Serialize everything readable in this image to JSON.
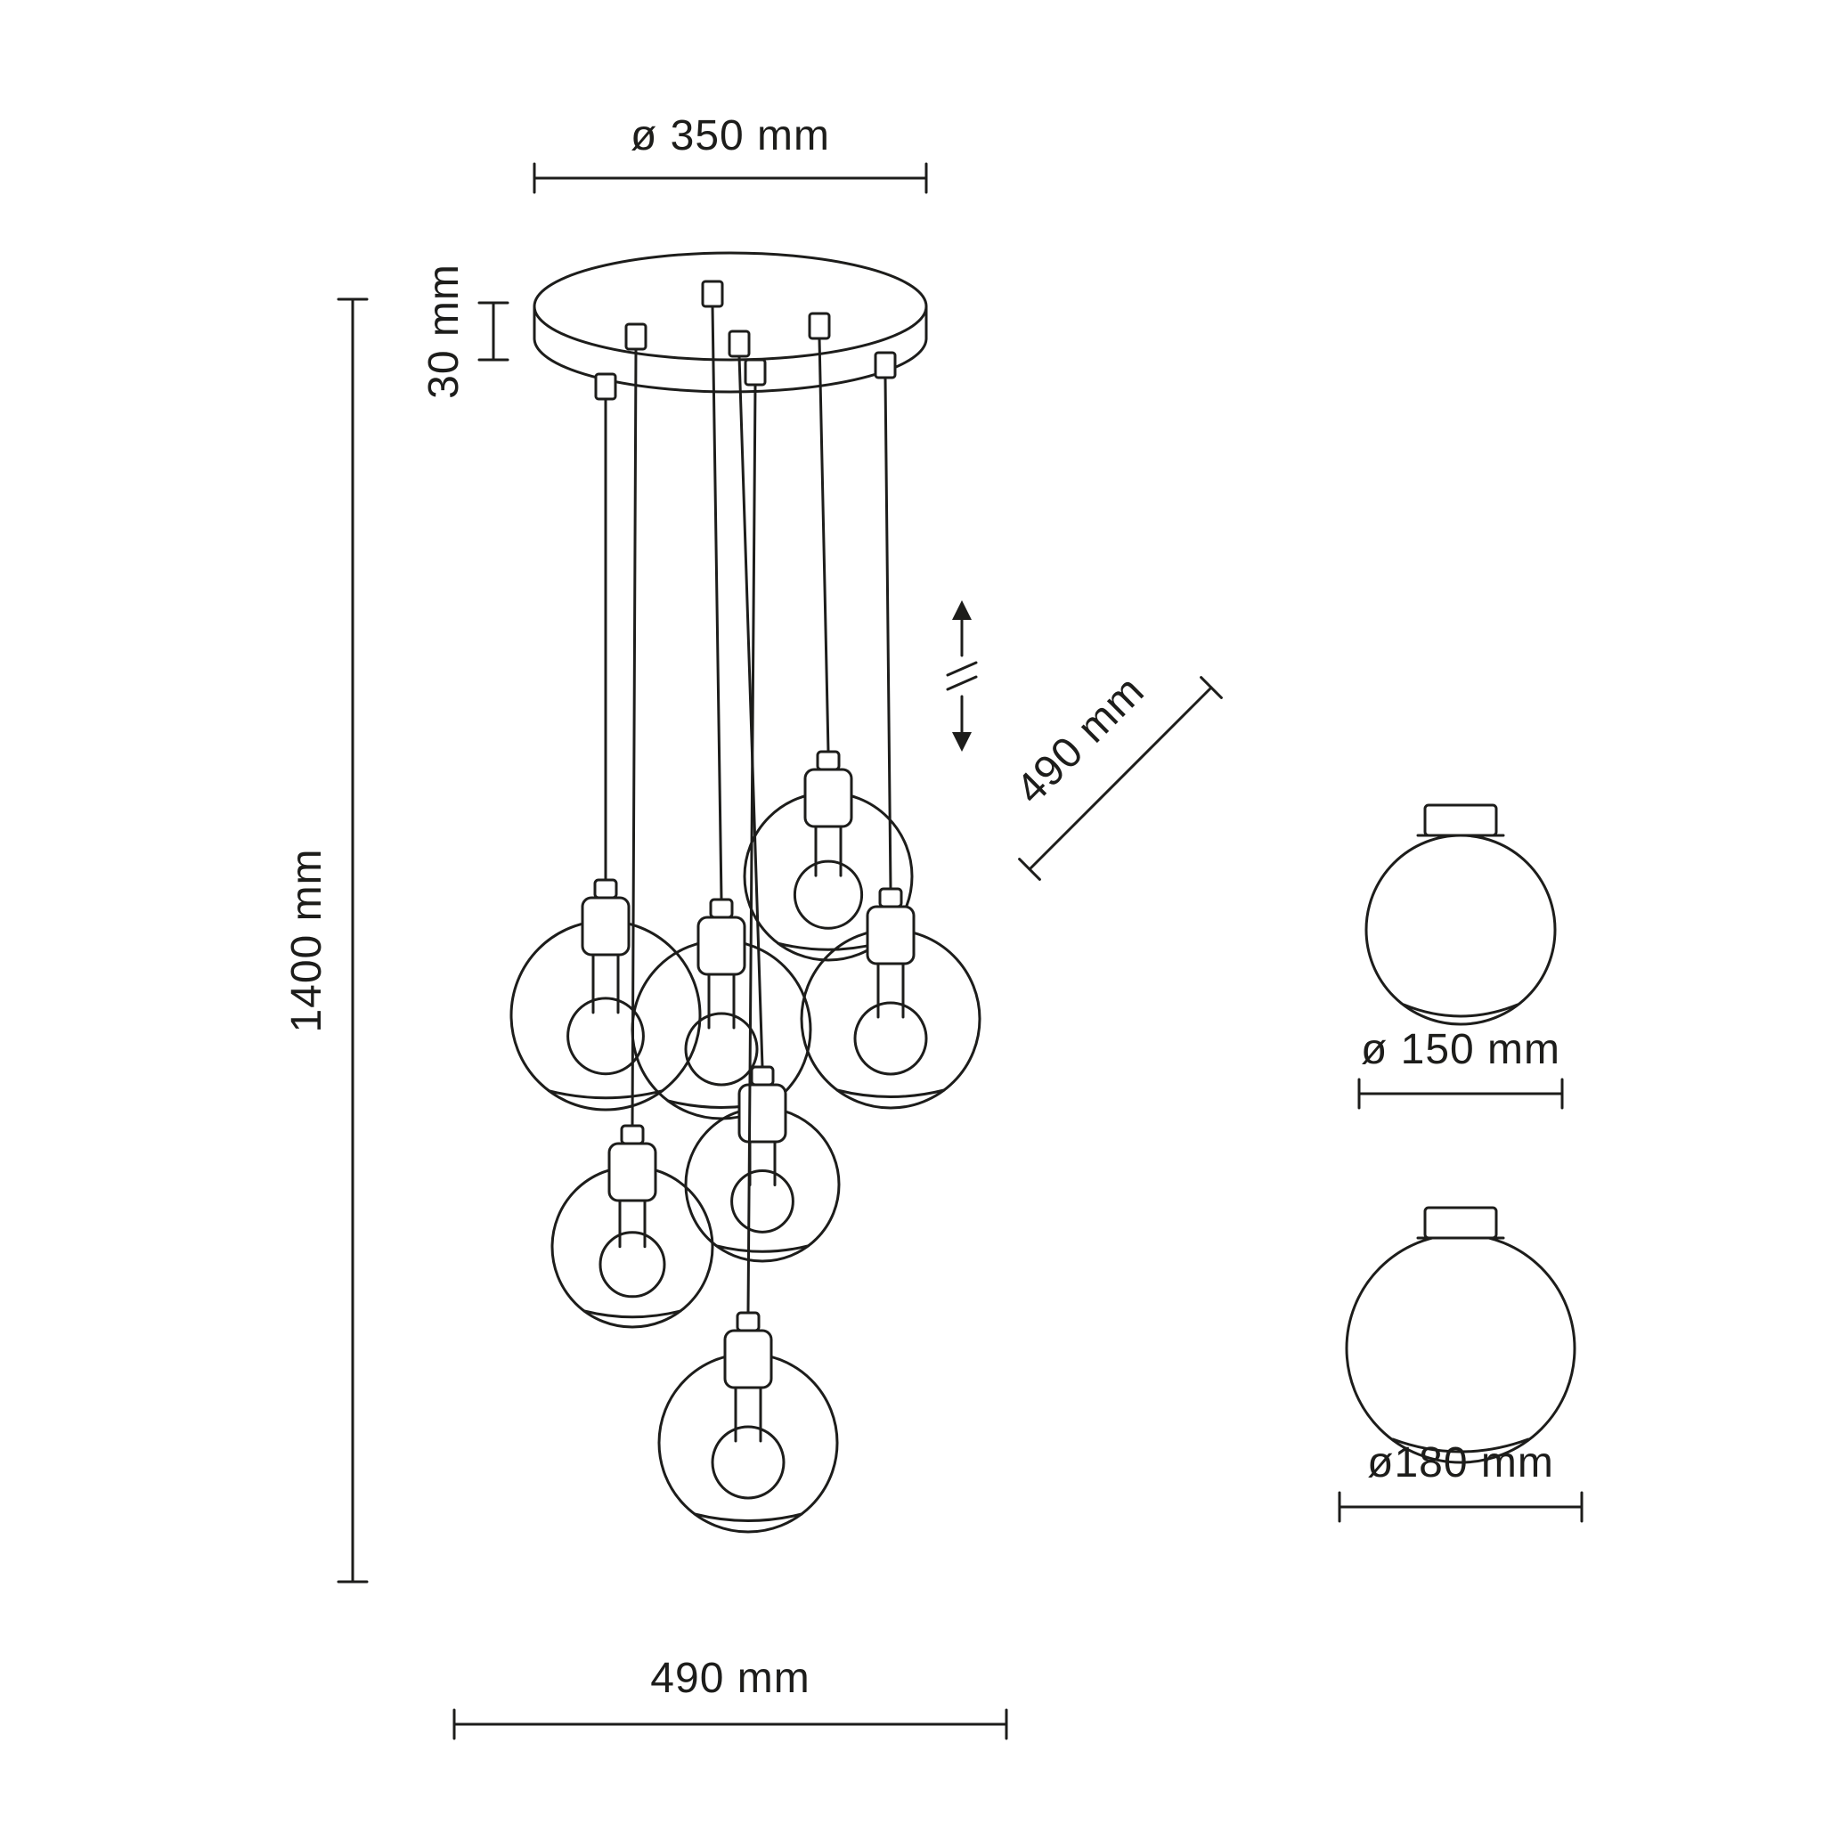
{
  "diagram": {
    "type": "technical-dimension-drawing",
    "subject": "cluster pendant lamp with glass globe shades",
    "shade_count": 7,
    "labels": {
      "canopy_diameter": "ø 350 mm",
      "canopy_height": "30 mm",
      "overall_height": "1400 mm",
      "cluster_spread": "490 mm",
      "diagonal_spread": "490 mm",
      "small_shade_diameter": "ø 150 mm",
      "large_shade_diameter": "ø180 mm"
    },
    "dimensions_mm": {
      "canopy_diameter": 350,
      "canopy_height": 30,
      "overall_height": 1400,
      "cluster_spread": 490,
      "small_shade_diameter": 150,
      "large_shade_diameter": 180
    }
  }
}
